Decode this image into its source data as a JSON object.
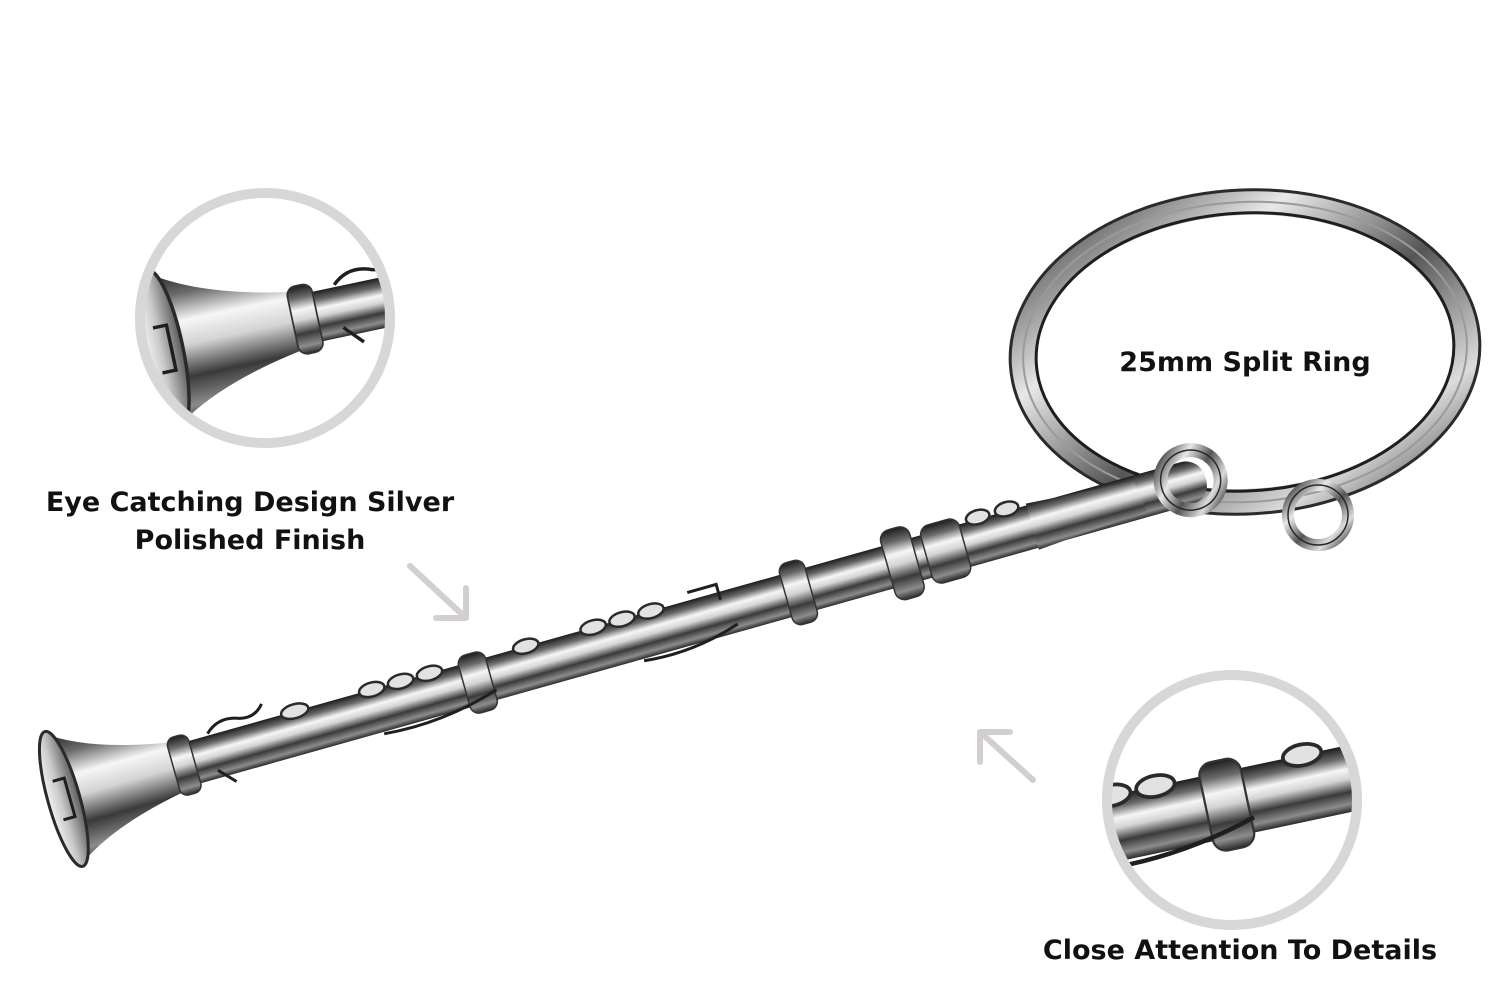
{
  "callouts": {
    "finish_line1": "Eye Catching Design Silver",
    "finish_line2": "Polished Finish",
    "ring": "25mm Split Ring",
    "details": "Close Attention To Details"
  },
  "colors": {
    "background": "#ffffff",
    "text": "#111111",
    "circle_border": "#d9d6d6",
    "arrow": "#d3cfcf",
    "metal_dark": "#222222",
    "metal_light": "#f4f4f4"
  },
  "icons": {
    "arrow_left": "arrow-down-right-icon",
    "arrow_right": "arrow-up-left-icon"
  }
}
